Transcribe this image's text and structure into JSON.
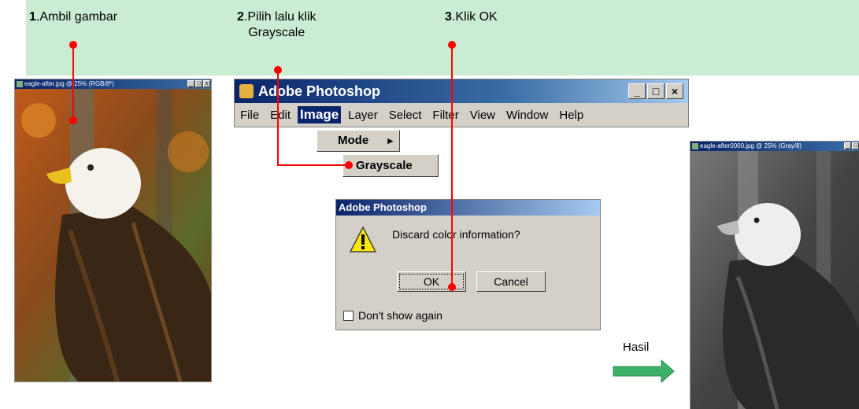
{
  "steps": [
    {
      "num": "1",
      "text": ".Ambil gambar"
    },
    {
      "num": "2",
      "text": ".Pilih lalu klik",
      "text2": "Grayscale"
    },
    {
      "num": "3",
      "text": ".Klik OK"
    }
  ],
  "left_window": {
    "title": "eagle-after.jpg @ 25% (RGB/8*)",
    "buttons": [
      "_",
      "□",
      "x"
    ]
  },
  "right_window": {
    "title": "eagle-after0000.jpg @ 25% (Gray/8)",
    "buttons": [
      "_",
      "□"
    ]
  },
  "photoshop": {
    "title": "Adobe Photoshop",
    "window_buttons": [
      "_",
      "□",
      "×"
    ],
    "menu": [
      "File",
      "Edit",
      "Image",
      "Layer",
      "Select",
      "Filter",
      "View",
      "Window",
      "Help"
    ],
    "active_menu": "Image",
    "submenu_mode": "Mode",
    "submenu_arrow": "▸",
    "submenu_grayscale": "Grayscale"
  },
  "dialog": {
    "title": "Adobe Photoshop",
    "message": "Discard color information?",
    "ok": "OK",
    "cancel": "Cancel",
    "checkbox": "Don't show again"
  },
  "result_label": "Hasil",
  "colors": {
    "banner": "#c9ecd3",
    "marker": "#ff0000",
    "arrow": "#3db06a",
    "titlebar": "#0a246a"
  }
}
